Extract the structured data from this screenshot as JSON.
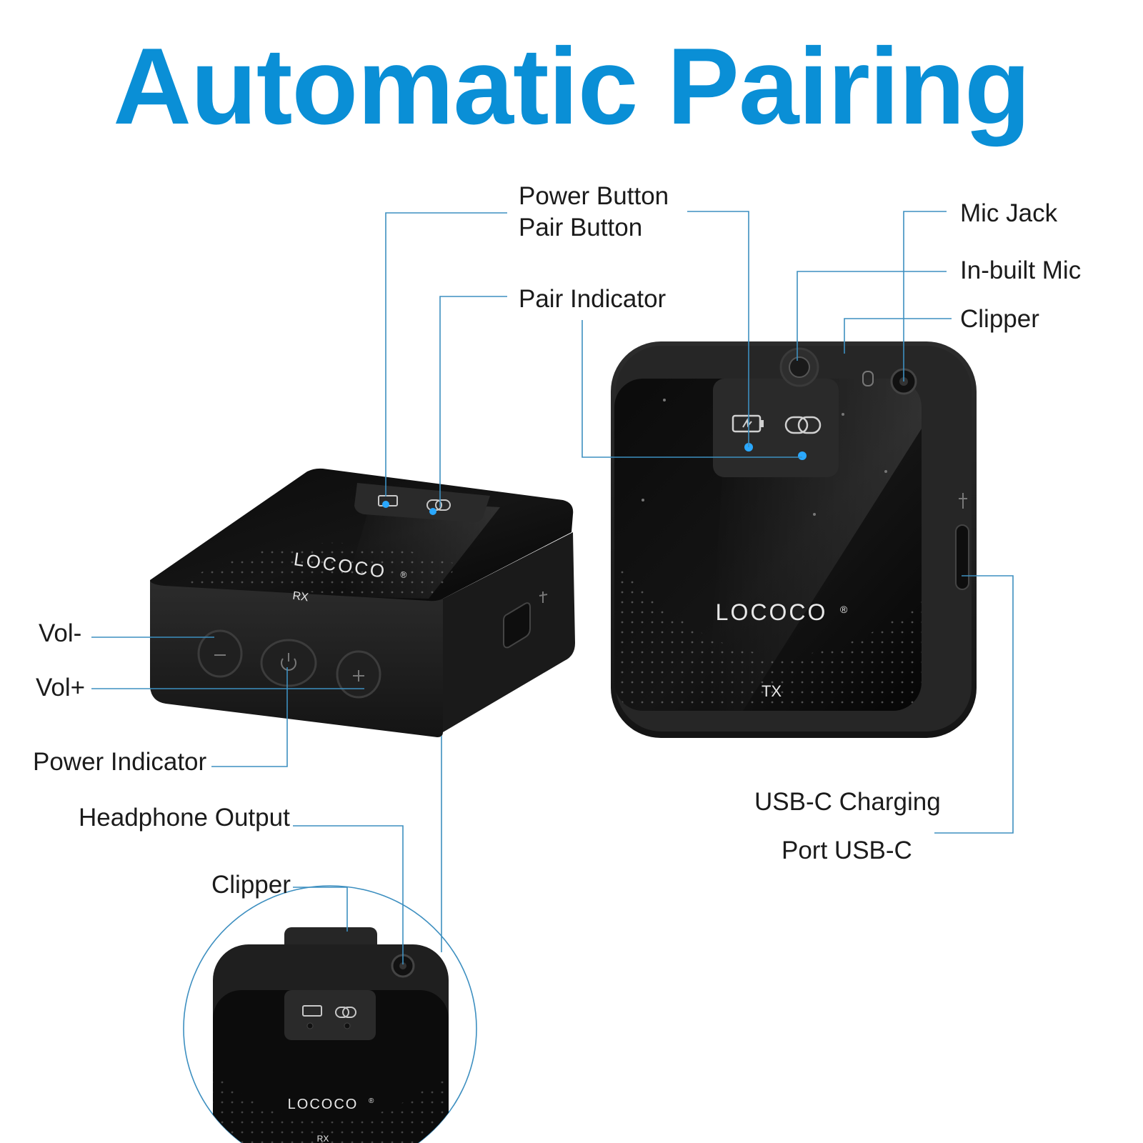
{
  "title": "Automatic Pairing",
  "labels": {
    "power_button": "Power Button",
    "pair_button": "Pair Button",
    "pair_indicator": "Pair Indicator",
    "mic_jack": "Mic Jack",
    "inbuilt_mic": "In-built Mic",
    "clipper_tx": "Clipper",
    "vol_minus": "Vol-",
    "vol_plus": "Vol+",
    "power_indicator": "Power Indicator",
    "headphone_output": "Headphone Output",
    "clipper_rx": "Clipper",
    "usbc_charging": "USB-C Charging",
    "port_usbc": "Port USB-C"
  },
  "devices": {
    "rx": {
      "brand": "LOCOCO",
      "model": "RX",
      "registered": "®"
    },
    "tx": {
      "brand": "LOCOCO",
      "model": "TX",
      "registered": "®"
    },
    "rx_detail": {
      "brand": "LOCOCO",
      "model": "RX",
      "registered": "®"
    }
  },
  "colors": {
    "title": "#0a8fd6",
    "leader": "#3d8fc0",
    "indicator": "#2aa8ff",
    "device_body": "#1c1c1c"
  },
  "icons": [
    "battery-icon",
    "link-icon",
    "power-icon",
    "minus-icon",
    "plus-icon",
    "usb-icon",
    "mic-icon"
  ]
}
